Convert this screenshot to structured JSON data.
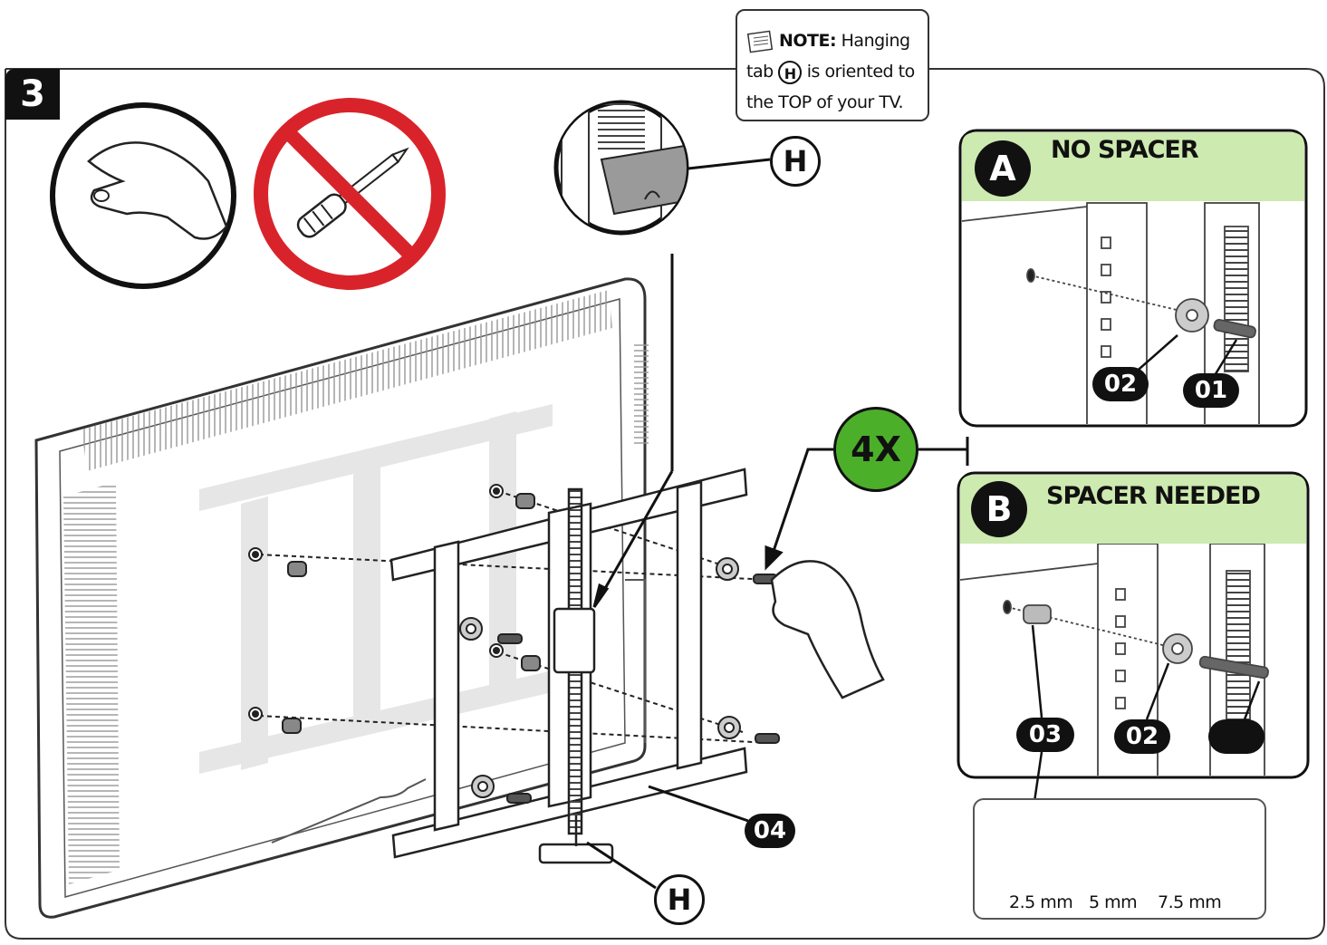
{
  "step": {
    "number": "3"
  },
  "note": {
    "label": "NOTE:",
    "line1": "Hanging",
    "line2_pre": "tab",
    "tab_symbol": "H",
    "line2_post": "is oriented to",
    "line3": "the TOP of your TV."
  },
  "callouts": {
    "tab_top": "H",
    "tab_bottom": "H",
    "part_04": "04",
    "quantity": "4X"
  },
  "panel_a": {
    "letter": "A",
    "title": "NO SPACER",
    "labels": [
      "02",
      "01"
    ]
  },
  "panel_b": {
    "letter": "B",
    "title": "SPACER NEEDED",
    "labels": [
      "03",
      "02",
      ""
    ]
  },
  "spacer_sizes": [
    "2.5 mm",
    "5 mm",
    "7.5 mm"
  ],
  "icons": [
    "hand-tighten-icon",
    "no-screwdriver-icon",
    "note-pad-icon"
  ],
  "colors": {
    "green_header": "#cdeab0",
    "badge_green": "#4caf2a",
    "prohibit_red": "#d9232b"
  }
}
